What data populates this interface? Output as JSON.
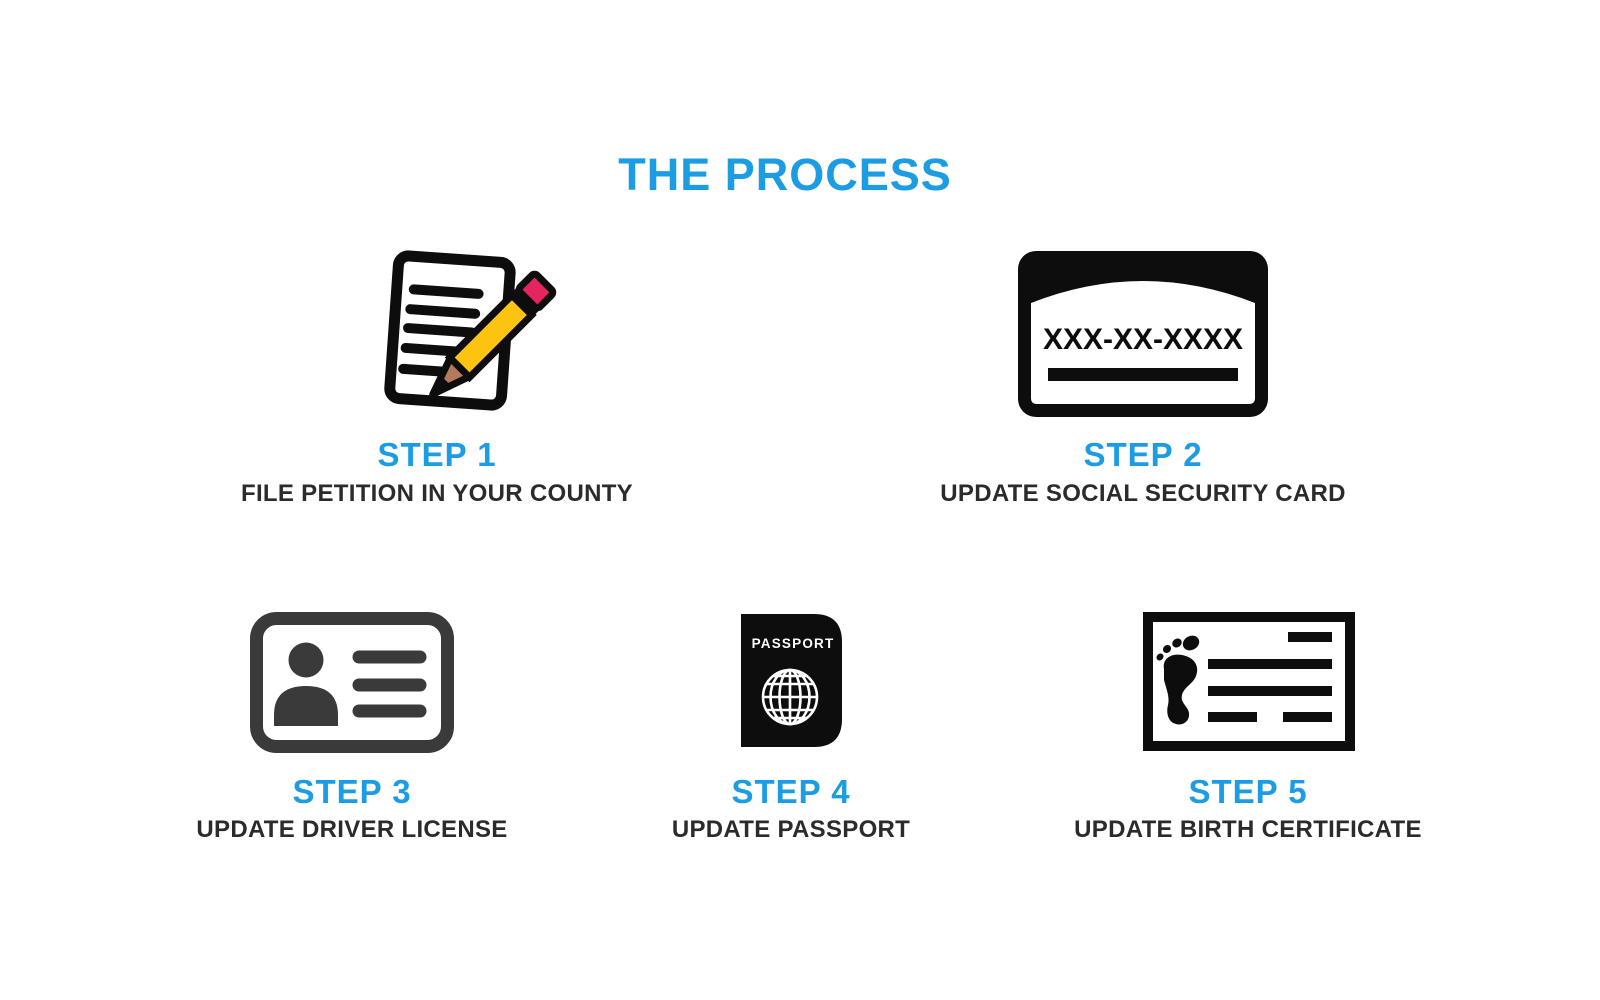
{
  "title": {
    "text": "THE PROCESS"
  },
  "colors": {
    "accent_blue": "#1b9ce3",
    "dark_text": "#2b2b2b",
    "icon_black": "#0d0d0d",
    "icon_gray": "#3a3a3a",
    "pencil_yellow": "#fcc411",
    "pencil_eraser_pink": "#e5255f",
    "pencil_wood_tan": "#b57a5e",
    "background": "#ffffff"
  },
  "steps": [
    {
      "label": "STEP 1",
      "description": "FILE PETITION IN YOUR COUNTY",
      "icon": "document-pencil-icon"
    },
    {
      "label": "STEP 2",
      "description": "UPDATE SOCIAL SECURITY CARD",
      "icon": "social-security-card-icon",
      "icon_text": "XXX-XX-XXXX"
    },
    {
      "label": "STEP 3",
      "description": "UPDATE DRIVER LICENSE",
      "icon": "driver-license-icon"
    },
    {
      "label": "STEP 4",
      "description": "UPDATE PASSPORT",
      "icon": "passport-icon",
      "icon_text": "PASSPORT"
    },
    {
      "label": "STEP 5",
      "description": "UPDATE BIRTH CERTIFICATE",
      "icon": "birth-certificate-icon"
    }
  ]
}
